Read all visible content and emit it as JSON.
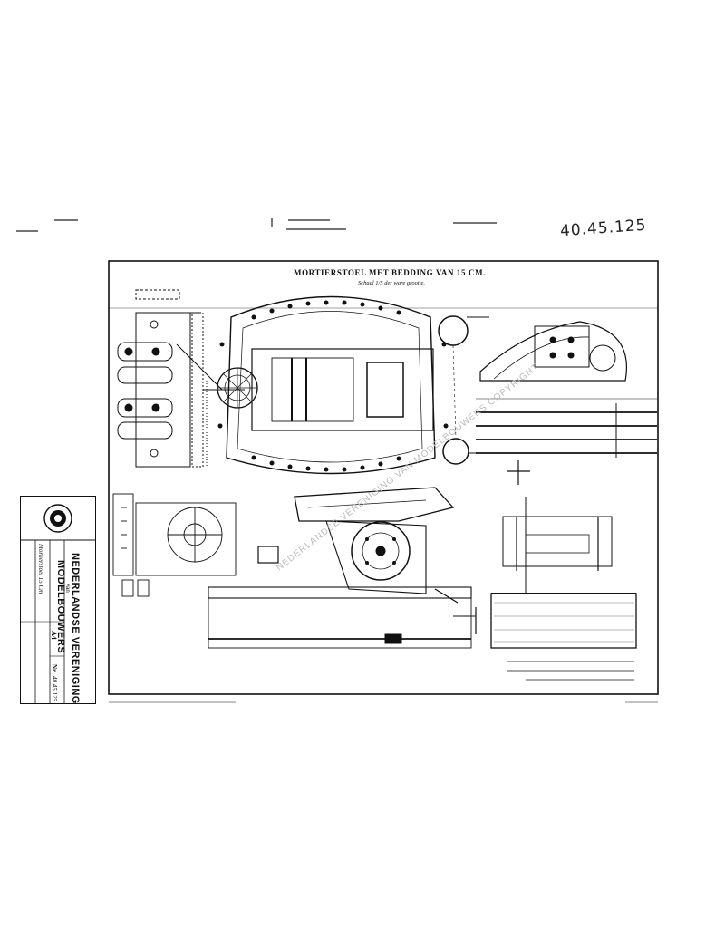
{
  "handwritten_number": "40.45.125",
  "drawing": {
    "title": "MORTIERSTOEL MET BEDDING VAN 15 CM.",
    "subtitle": "Schaal 1/5 der ware grootte."
  },
  "title_block": {
    "organization_line1": "NEDERLANDSE VERENIGING",
    "organization_line2": "van",
    "organization_line3": "MODELBOUWERS",
    "drawing_name": "Mortierstoel 15 Cm",
    "format_label": "A4",
    "number_label": "Nr.",
    "number_value": "40.45.125"
  },
  "watermark_text": "NEDERLANDSE VERENIGING VAN MODELBOUWERS COPYRIGHT",
  "colors": {
    "ink": "#111111",
    "paper": "#ffffff"
  }
}
